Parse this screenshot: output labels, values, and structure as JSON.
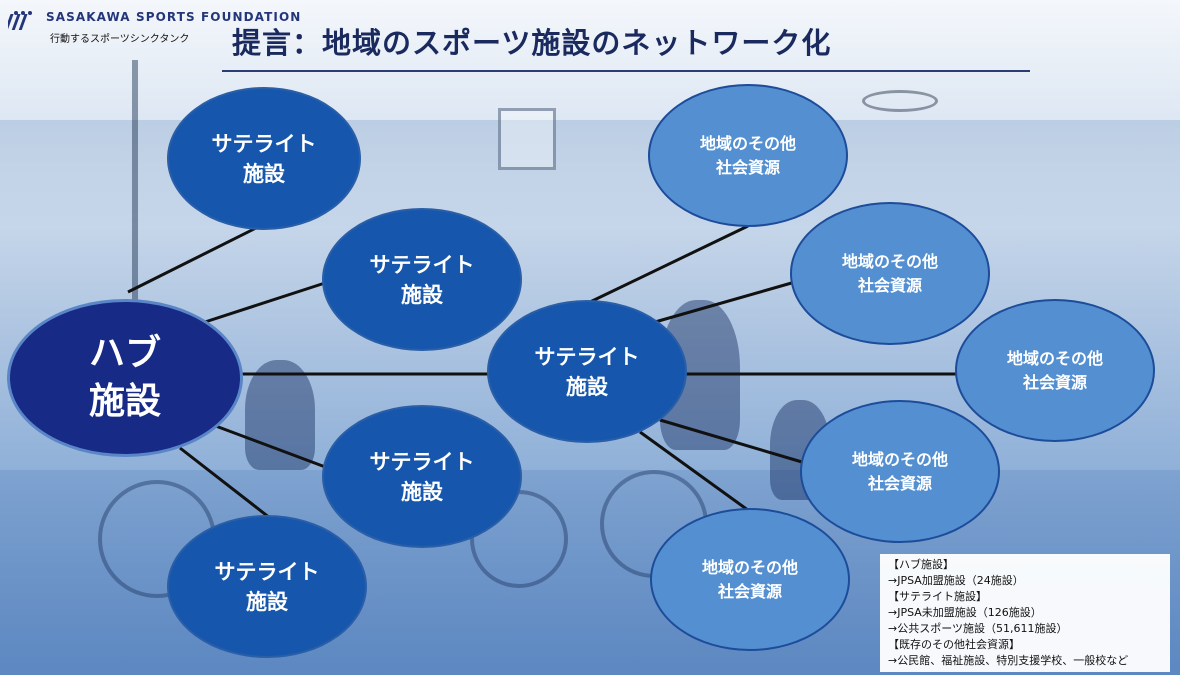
{
  "header": {
    "org_name": "SASAKAWA SPORTS FOUNDATION",
    "org_tagline": "行動するスポーツシンクタンク",
    "logo_icon": "ssf-logo",
    "title": "提言：地域のスポーツ施設のネットワーク化"
  },
  "colors": {
    "hub_fill": "#172a86",
    "satellite_fill": "#1657ad",
    "resource_fill": "#5490d1",
    "link_color": "#111111",
    "title_color": "#1a2a5e"
  },
  "diagram": {
    "hub": {
      "label": "ハブ\n施設"
    },
    "satellites": [
      {
        "label": "サテライト\n施設"
      },
      {
        "label": "サテライト\n施設"
      },
      {
        "label": "サテライト\n施設"
      },
      {
        "label": "サテライト\n施設"
      },
      {
        "label": "サテライト\n施設"
      }
    ],
    "resources": [
      {
        "label": "地域のその他\n社会資源"
      },
      {
        "label": "地域のその他\n社会資源"
      },
      {
        "label": "地域のその他\n社会資源"
      },
      {
        "label": "地域のその他\n社会資源"
      },
      {
        "label": "地域のその他\n社会資源"
      }
    ]
  },
  "legend": {
    "lines": [
      "【ハブ施設】",
      "→JPSA加盟施設（24施設）",
      "【サテライト施設】",
      "→JPSA未加盟施設（126施設）",
      "→公共スポーツ施設（51,611施設）",
      "【既存のその他社会資源】",
      "→公民館、福祉施設、特別支援学校、一般校など"
    ]
  }
}
